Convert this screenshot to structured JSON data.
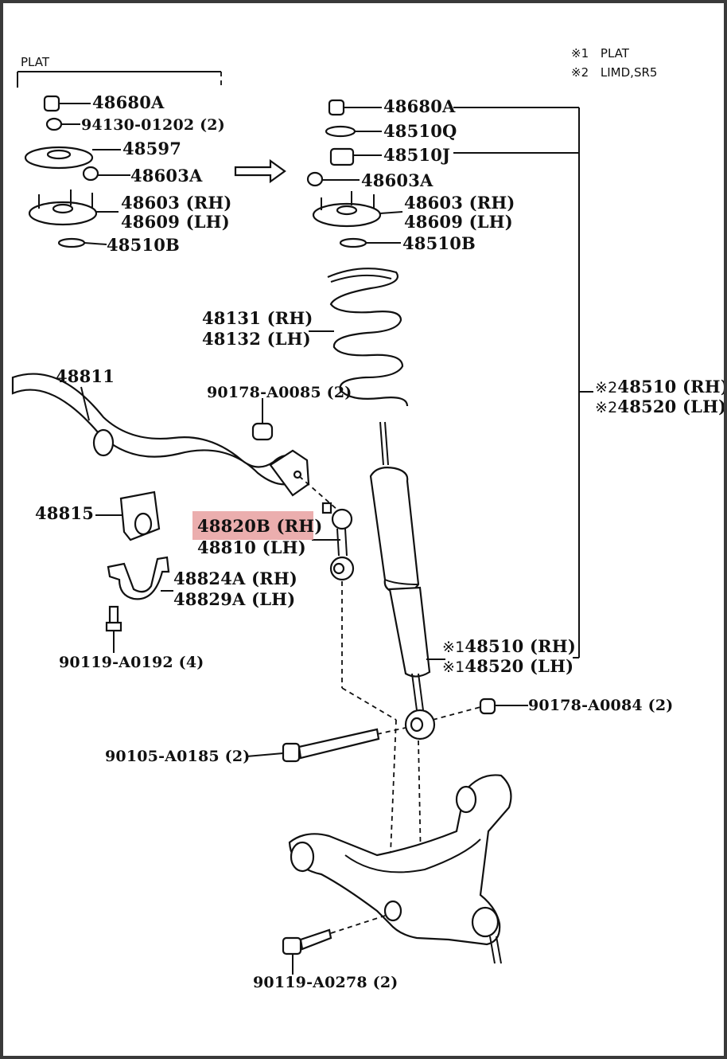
{
  "notes": {
    "note1_mark": "※1",
    "note1_text": "PLAT",
    "note2_mark": "※2",
    "note2_text": "LIMD,SR5"
  },
  "group_label": "PLAT",
  "left_group": {
    "p48680A": "48680A",
    "p94130": "94130-01202 (2)",
    "p48597": "48597",
    "p48603A": "48603A",
    "p48603": "48603 (RH)",
    "p48609": "48609 (LH)",
    "p48510B": "48510B"
  },
  "right_group": {
    "p48680A": "48680A",
    "p48510Q": "48510Q",
    "p48510J": "48510J",
    "p48603A": "48603A",
    "p48603": "48603 (RH)",
    "p48609": "48609 (LH)",
    "p48510B": "48510B"
  },
  "spring": {
    "rh": "48131 (RH)",
    "lh": "48132 (LH)"
  },
  "assembly_note": {
    "mark": "※2",
    "rh": "48510 (RH)",
    "lh": "48520 (LH)"
  },
  "shock_note": {
    "mark": "※1",
    "rh": "48510 (RH)",
    "lh": "48520 (LH)"
  },
  "stabilizer": {
    "bar": "48811",
    "bushing": "48815",
    "bracket_rh": "48824A (RH)",
    "bracket_lh": "48829A (LH)",
    "bolt": "90119-A0192 (4)",
    "link_nut": "90178-A0085 (2)",
    "link_rh": "48820B (RH)",
    "link_lh": "48810 (LH)"
  },
  "lower": {
    "nut": "90178-A0084 (2)",
    "long_bolt": "90105-A0185 (2)",
    "arm_bolt": "90119-A0278 (2)"
  },
  "colors": {
    "highlight": "#e8a0a0",
    "line": "#111111",
    "frame": "#3a3a3a"
  }
}
